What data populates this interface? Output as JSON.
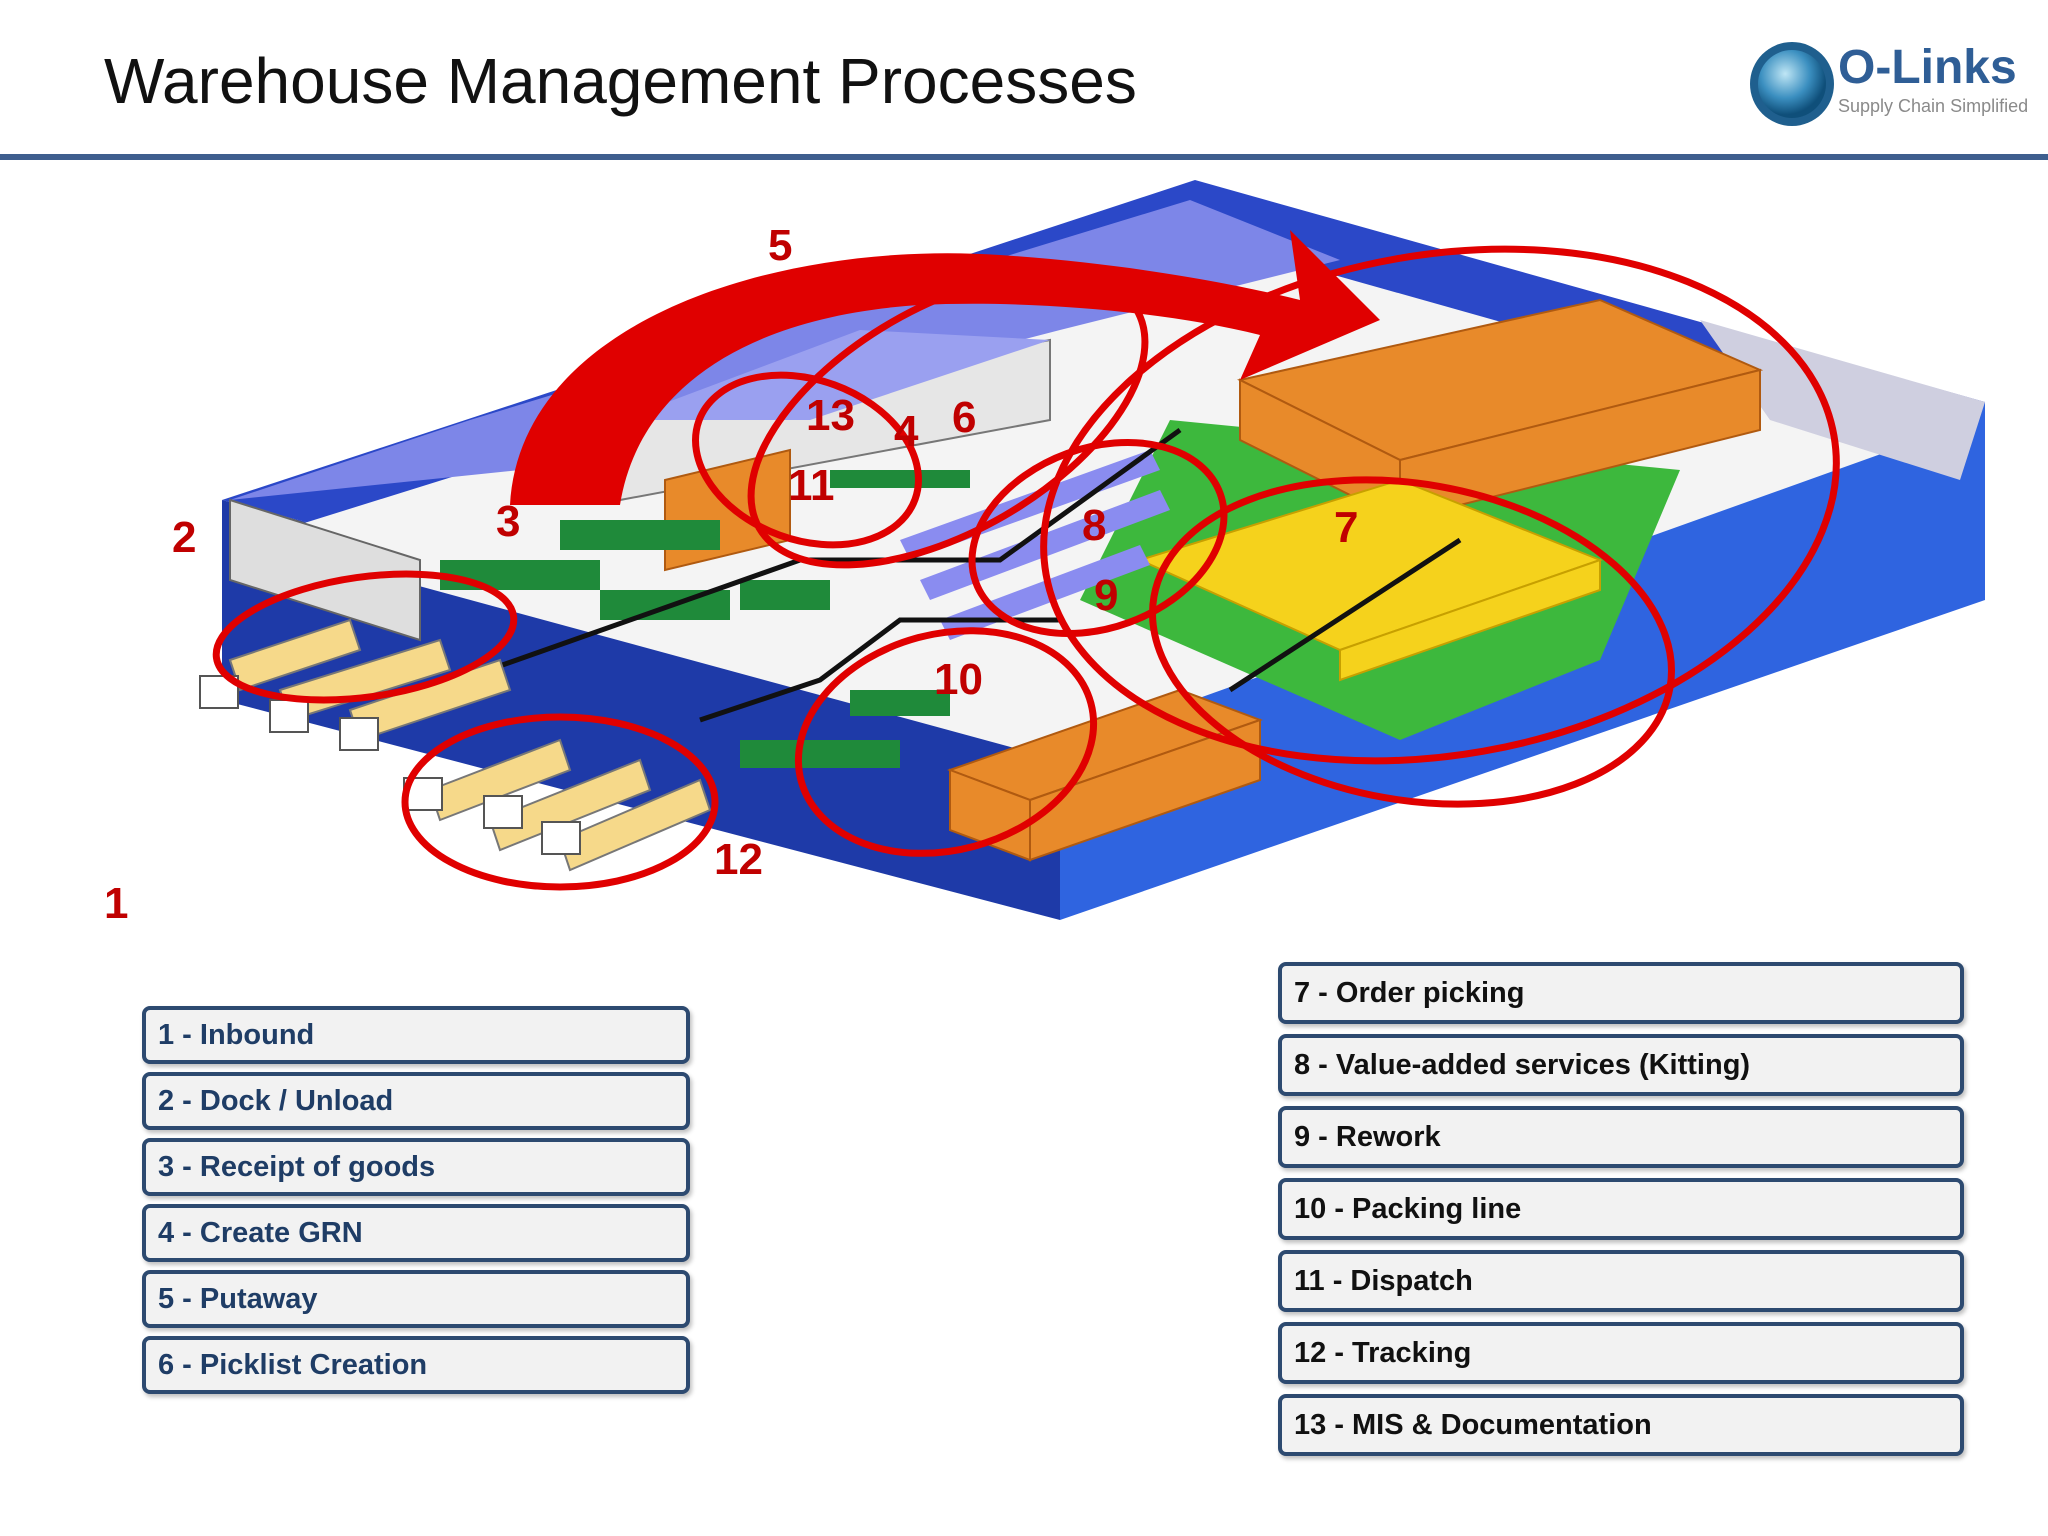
{
  "title": "Warehouse Management Processes",
  "logo": {
    "name": "O-Links",
    "tagline": "Supply Chain Simplified"
  },
  "markers": [
    "1",
    "2",
    "3",
    "4",
    "5",
    "6",
    "7",
    "8",
    "9",
    "10",
    "11",
    "12",
    "13"
  ],
  "legend_left": [
    "1 - Inbound",
    "2 - Dock / Unload",
    "3 - Receipt of goods",
    "4 - Create GRN",
    "5 - Putaway",
    "6 - Picklist Creation"
  ],
  "legend_right": [
    "7 - Order picking",
    "8 - Value-added services (Kitting)",
    "9 - Rework",
    "10 - Packing line",
    "11 - Dispatch",
    "12 - Tracking",
    "13 - MIS & Documentation"
  ],
  "colors": {
    "accent_red": "#e00000",
    "legend_border": "#2d4a70",
    "floor_blue": "#2b48c8",
    "rack_orange": "#e88a2a",
    "rack_yellow": "#f5d21c",
    "zone_green": "#3db83d"
  }
}
